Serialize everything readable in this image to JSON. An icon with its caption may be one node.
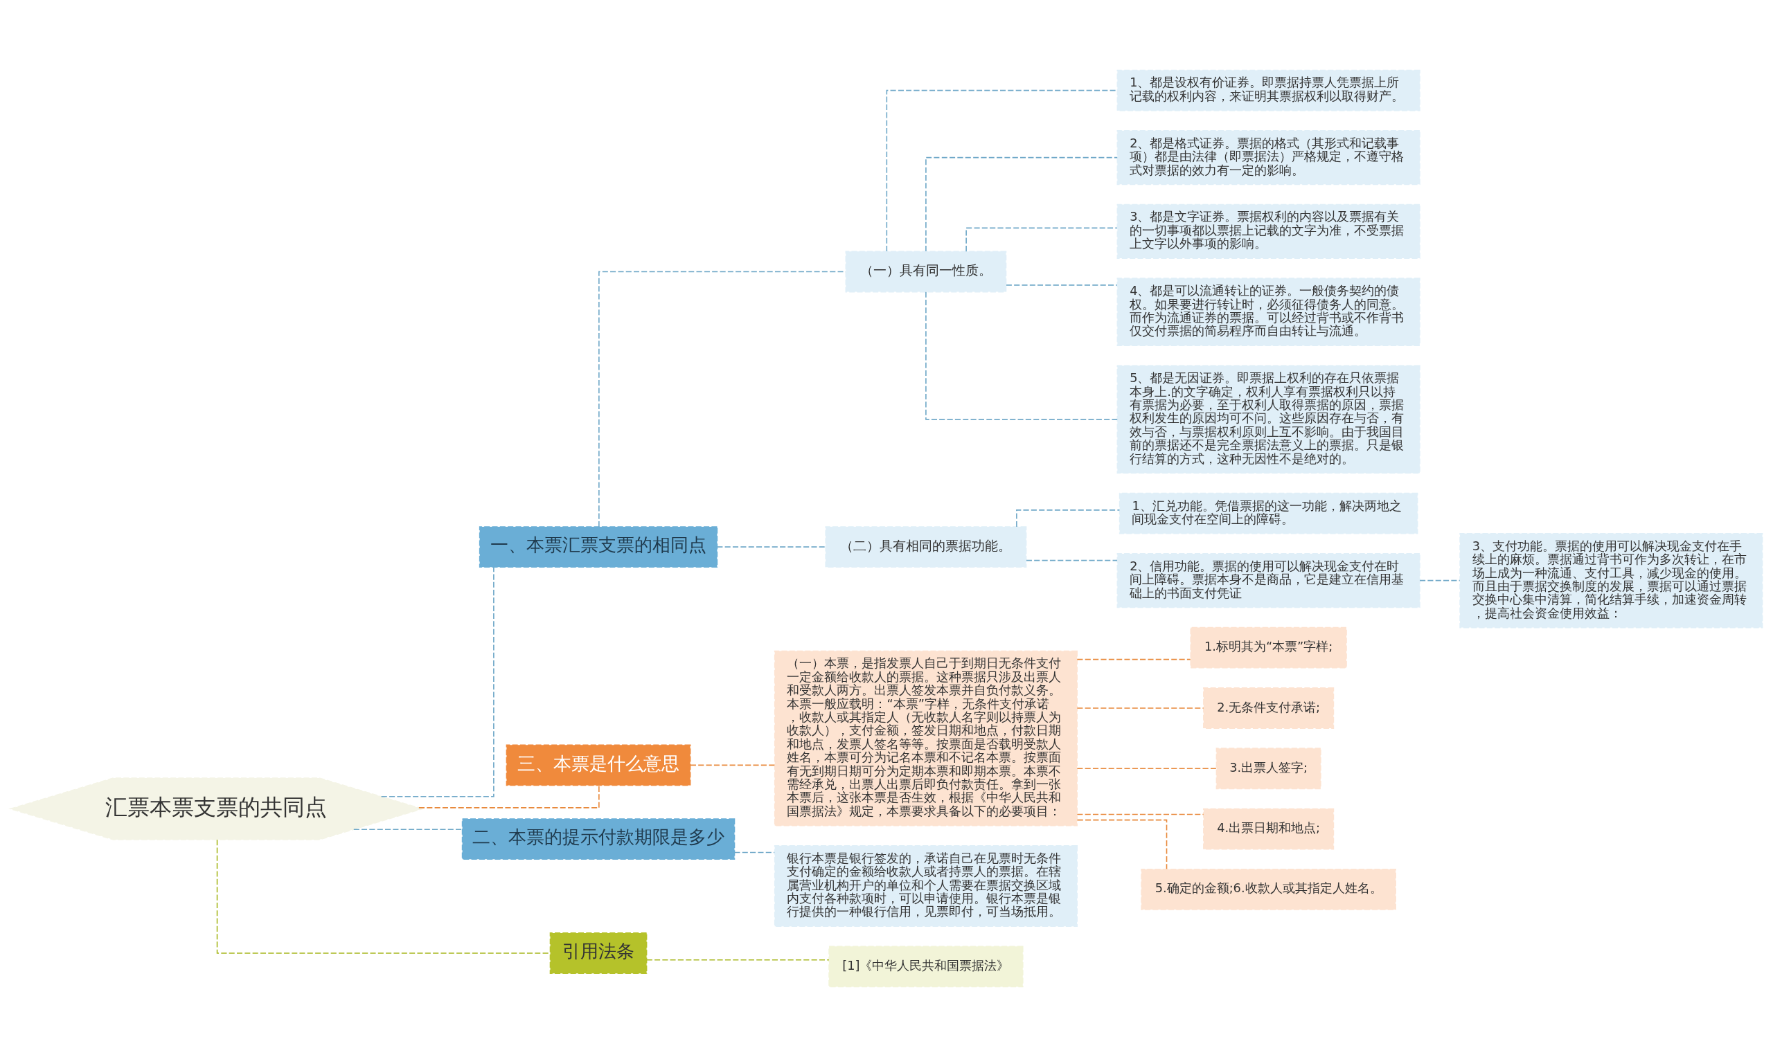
{
  "diagram": {
    "nodes": [
      {
        "text": [
          "汇票本票支票的共同点"
        ]
      },
      {
        "text": [
          "一、本票汇票支票的相同点"
        ]
      },
      {
        "text": [
          "（一）具有同一性质。"
        ]
      },
      {
        "text": [
          "1、都是设权有价证券。即票据持票人凭票据上所记载的权利内容，来证明其票据权利以取得财产。"
        ]
      },
      {
        "text": [
          "2、都是格式证券。票据的格式（其形式和记载事项）都是由法律（即票据法）严格规定，不遵守格式对票据的效力有一定的影响。"
        ]
      },
      {
        "text": [
          "3、都是文字证券。票据权利的内容以及票据有关的一切事项都以票据上记载的文字为准，不受票据上文字以外事项的影响。"
        ]
      },
      {
        "text": [
          "4、都是可以流通转让的证券。一般债务契约的债权。如果要进行转让时，必须征得债务人的同意。而作为流通证券的票据。可以经过背书或不作背书仅交付票据的简易程序而自由转让与流通。"
        ]
      },
      {
        "text": [
          "5、都是无因证券。即票据上权利的存在只依票据本身上.的文字确定，权利人享有票据权利只以持有票据为必要，至于权利人取得票据的原因，票据权利发生的原因均可不问。这些原因存在与否，有效与否，与票据权利原则上互不影响。由于我国目前的票据还不是完全票据法意义上的票据。只是银行结算的方式，这种无因性不是绝对的。"
        ]
      },
      {
        "text": [
          "（二）具有相同的票据功能。"
        ]
      },
      {
        "text": [
          "1、汇兑功能。凭借票据的这一功能，解决两地之间现金支付在空间上的障碍。"
        ]
      },
      {
        "text": [
          "2、信用功能。票据的使用可以解决现金支付在时间上障碍。票据本身不是商品，它是建立在信用基础上的书面支付凭证"
        ]
      },
      {
        "text": [
          "3、支付功能。票据的使用可以解决现金支付在手续上的麻烦。票据通过背书可作为多次转让，在市场上成为一种流通、支付工具，减少现金的使用。而且由于票据交换制度的发展，票据可以通过票据交换中心集中清算，简化结算手续，加速资金周转，提高社会资金使用效益："
        ]
      },
      {
        "text": [
          "三、本票是什么意思"
        ]
      },
      {
        "text": [
          "（一）本票，是指发票人自己于到期日无条件支付一定金额给收款人的票据。这种票据只涉及出票人和受款人两方。出票人签发本票并自负付款义务。本票一般应载明：“本票”字样，无条件支付承诺，收款人或其指定人（无收款人名字则以持票人为收款人），支付金额，签发日期和地点，付款日期和地点，发票人签名等等。按票面是否载明受款人姓名，本票可分为记名本票和不记名本票。按票面有无到期日期可分为定期本票和即期本票。本票不需经承兑，出票人出票后即负付款责任。拿到一张本票后，这张本票是否生效，根据《中华人民共和国票据法》规定，本票要求具备以下的必要项目："
        ]
      },
      {
        "text": [
          "1.标明其为“本票”字样;"
        ]
      },
      {
        "text": [
          "2.无条件支付承诺;"
        ]
      },
      {
        "text": [
          "3.出票人签字;"
        ]
      },
      {
        "text": [
          "4.出票日期和地点;"
        ]
      },
      {
        "text": [
          "5.确定的金额;6.收款人或其指定人姓名。"
        ]
      },
      {
        "text": [
          "二、本票的提示付款期限是多少"
        ]
      },
      {
        "text": [
          "银行本票是银行签发的，承诺自己在见票时无条件支付确定的金额给收款人或者持票人的票据。在辖属营业机构开户的单位和个人需要在票据交换区域内支付各种款项时，可以申请使用。银行本票是银行提供的一种银行信用，见票即付，可当场抵用。"
        ]
      },
      {
        "text": [
          "引用法条"
        ]
      },
      {
        "text": [
          "[1]《中华人民共和国票据法》"
        ]
      }
    ],
    "edges": [
      {
        "from": 0,
        "to": 1,
        "arrow": "none",
        "style": "dashed"
      },
      {
        "from": 1,
        "to": 2,
        "arrow": "none",
        "style": "dashed"
      },
      {
        "from": 2,
        "to": 3,
        "arrow": "none",
        "style": "dashed"
      },
      {
        "from": 2,
        "to": 4,
        "arrow": "none",
        "style": "dashed"
      },
      {
        "from": 2,
        "to": 5,
        "arrow": "none",
        "style": "dashed"
      },
      {
        "from": 2,
        "to": 6,
        "arrow": "none",
        "style": "dashed"
      },
      {
        "from": 2,
        "to": 7,
        "arrow": "none",
        "style": "dashed"
      },
      {
        "from": 1,
        "to": 8,
        "arrow": "none",
        "style": "dashed"
      },
      {
        "from": 8,
        "to": 9,
        "arrow": "none",
        "style": "dashed"
      },
      {
        "from": 8,
        "to": 10,
        "arrow": "none",
        "style": "dashed"
      },
      {
        "from": 10,
        "to": 11,
        "arrow": "none",
        "style": "dashed"
      },
      {
        "from": 0,
        "to": 12,
        "arrow": "none",
        "style": "dashed",
        "color": "#e8883a"
      },
      {
        "from": 12,
        "to": 13,
        "arrow": "none",
        "style": "dashed",
        "color": "#e8883a"
      },
      {
        "from": 13,
        "to": 14,
        "arrow": "none",
        "style": "dashed",
        "color": "#e8883a"
      },
      {
        "from": 13,
        "to": 15,
        "arrow": "none",
        "style": "dashed",
        "color": "#e8883a"
      },
      {
        "from": 13,
        "to": 16,
        "arrow": "none",
        "style": "dashed",
        "color": "#e8883a"
      },
      {
        "from": 13,
        "to": 17,
        "arrow": "none",
        "style": "dashed",
        "color": "#e8883a"
      },
      {
        "from": 13,
        "to": 18,
        "arrow": "none",
        "style": "dashed",
        "color": "#e8883a"
      },
      {
        "from": 0,
        "to": 19,
        "arrow": "none",
        "style": "dashed"
      },
      {
        "from": 19,
        "to": 20,
        "arrow": "none",
        "style": "dashed"
      },
      {
        "from": 0,
        "to": 21,
        "arrow": "none",
        "style": "dashed",
        "color": "#a8b820"
      },
      {
        "from": 21,
        "to": 22,
        "arrow": "none",
        "style": "dashed",
        "color": "#a8b820"
      }
    ]
  }
}
